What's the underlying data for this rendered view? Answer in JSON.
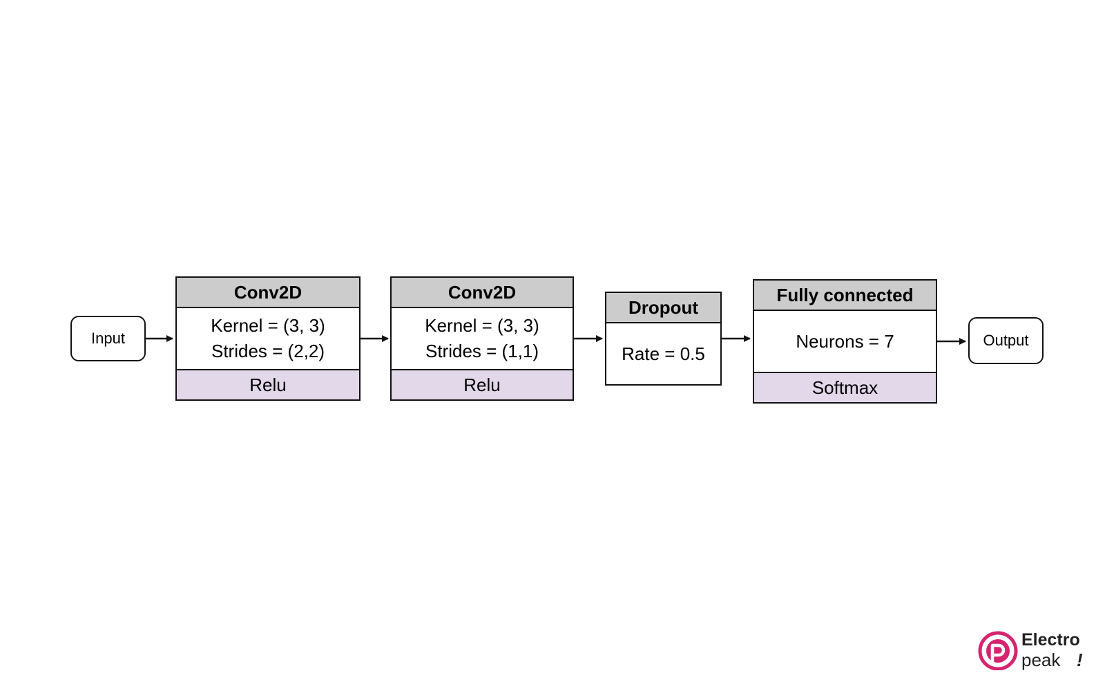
{
  "diagram": {
    "input": "Input",
    "output": "Output",
    "layers": [
      {
        "title": "Conv2D",
        "lines": [
          "Kernel = (3, 3)",
          "Strides = (2,2)"
        ],
        "activation": "Relu"
      },
      {
        "title": "Conv2D",
        "lines": [
          "Kernel = (3, 3)",
          "Strides = (1,1)"
        ],
        "activation": "Relu"
      },
      {
        "title": "Dropout",
        "lines": [
          "Rate = 0.5"
        ]
      },
      {
        "title": "Fully connected",
        "lines": [
          "Neurons = 7"
        ],
        "activation": "Softmax"
      }
    ]
  },
  "logo": {
    "word1": "Electro",
    "word2": "peak",
    "mark": "!",
    "color": "#d6246f"
  }
}
